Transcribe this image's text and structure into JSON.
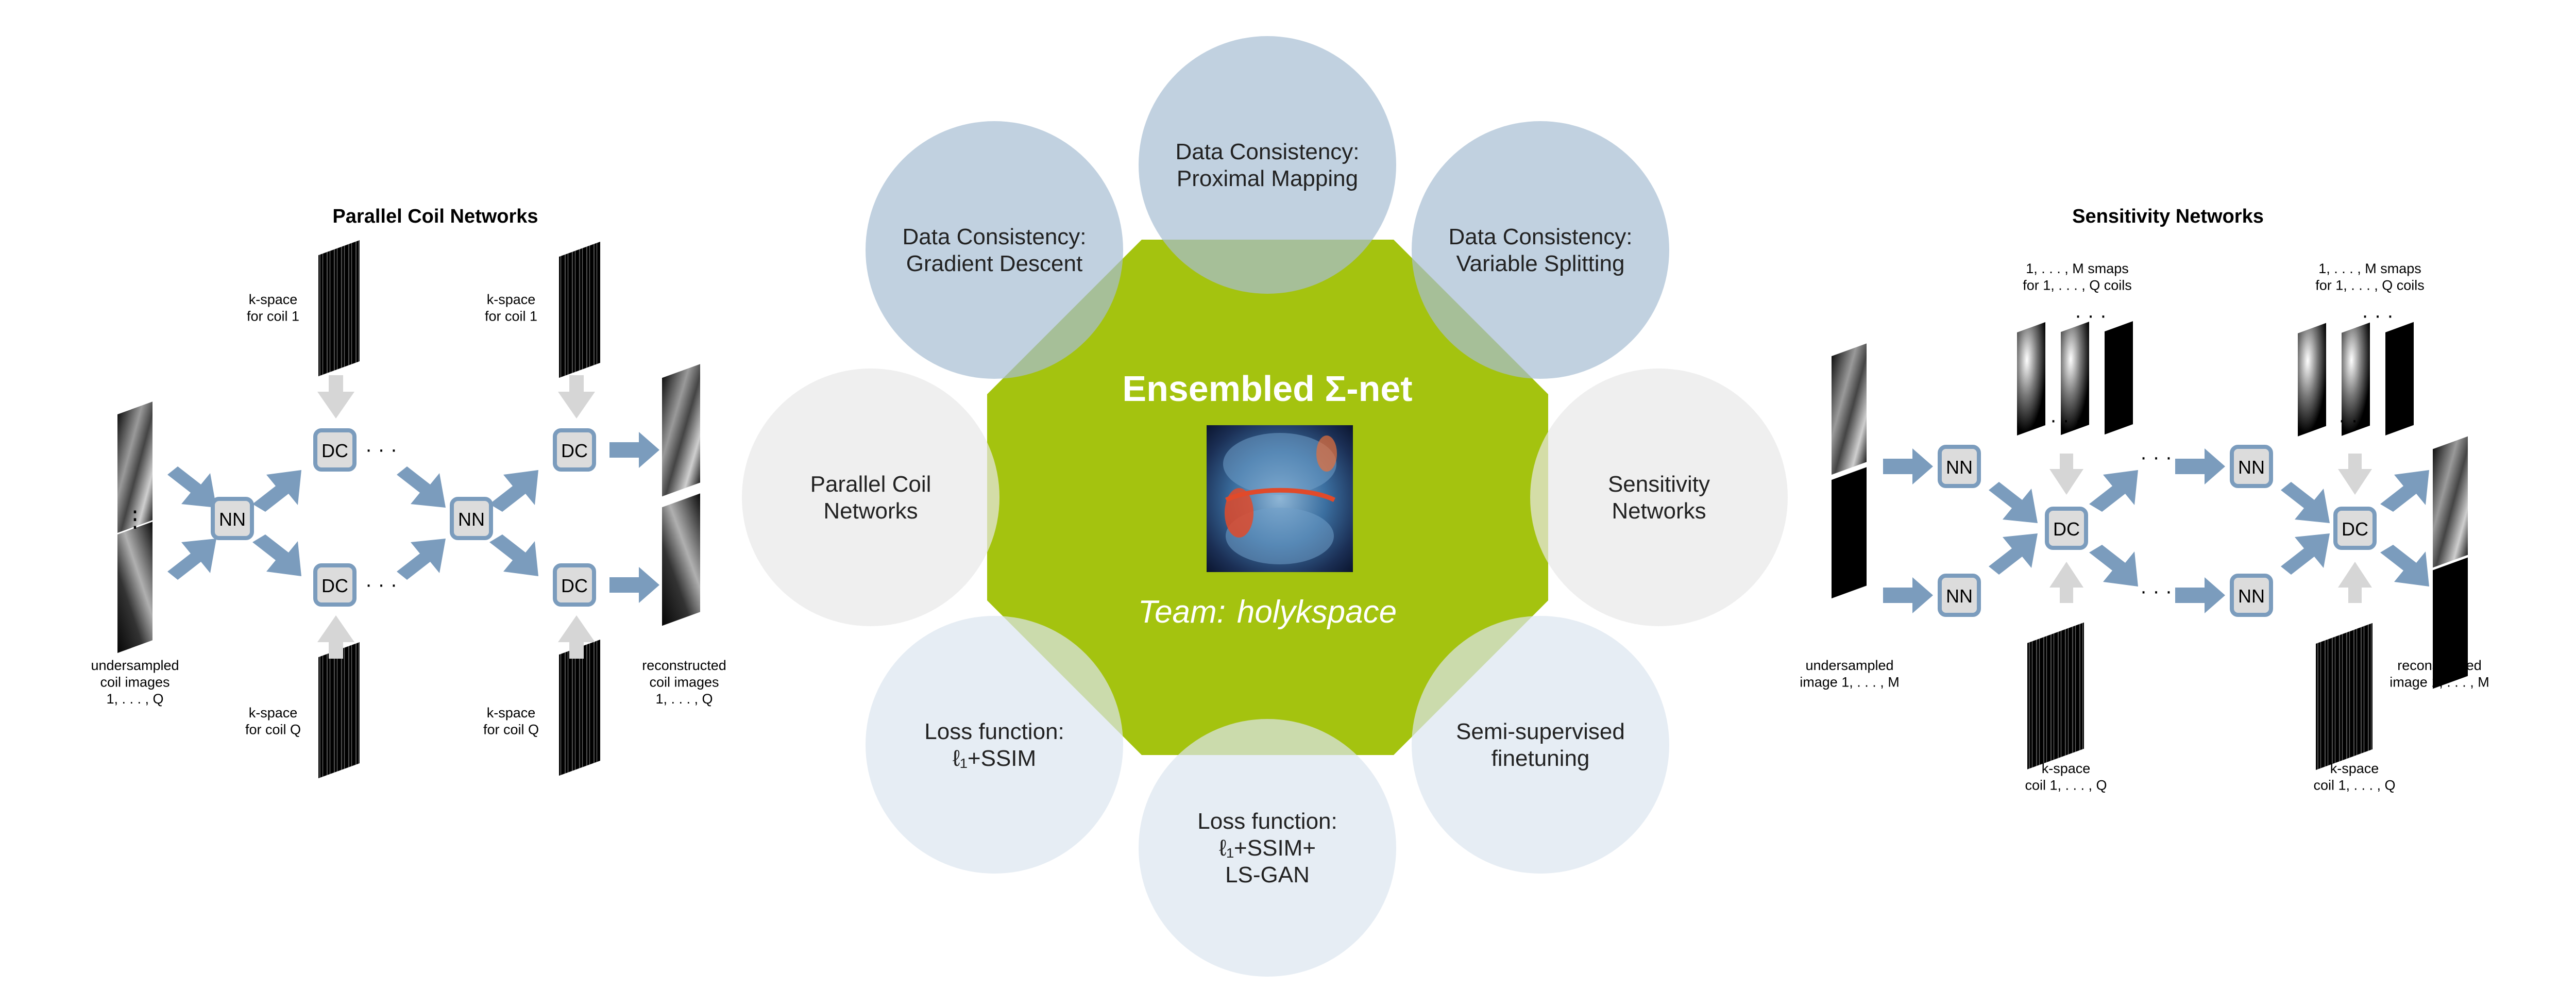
{
  "left_panel": {
    "title": "Parallel Coil Networks",
    "nn_label": "NN",
    "dc_label": "DC",
    "ellipsis": "· · ·",
    "vertical_ellipsis": "⋮",
    "kspace_top_1": [
      "k-space",
      "for coil 1"
    ],
    "kspace_top_2": [
      "k-space",
      "for coil 1"
    ],
    "kspace_bottom_1": [
      "k-space",
      "for coil Q"
    ],
    "kspace_bottom_2": [
      "k-space",
      "for coil Q"
    ],
    "input_caption": [
      "undersampled",
      "coil images",
      "1, . . . , Q"
    ],
    "output_caption": [
      "reconstructed",
      "coil images",
      "1, . . . , Q"
    ]
  },
  "center_panel": {
    "title": "Ensembled Σ-net",
    "team_label": "Team:",
    "team_name": "holykspace",
    "circles": [
      {
        "lines": [
          "Data Consistency:",
          "Proximal Mapping"
        ],
        "tone": "dark"
      },
      {
        "lines": [
          "Data Consistency:",
          "Variable Splitting"
        ],
        "tone": "dark"
      },
      {
        "lines": [
          "Sensitivity",
          "Networks"
        ],
        "tone": "gray"
      },
      {
        "lines": [
          "Semi-supervised",
          "finetuning"
        ],
        "tone": "light"
      },
      {
        "lines": [
          "Loss function:",
          "ℓ₁+SSIM+",
          "LS-GAN"
        ],
        "tone": "light"
      },
      {
        "lines": [
          "Loss function:",
          "ℓ₁+SSIM"
        ],
        "tone": "light"
      },
      {
        "lines": [
          "Parallel Coil",
          "Networks"
        ],
        "tone": "gray"
      },
      {
        "lines": [
          "Data Consistency:",
          "Gradient Descent"
        ],
        "tone": "dark"
      }
    ],
    "colors": {
      "green": "#a4c30f",
      "dark_circle": "#a7bdd3",
      "light_circle": "#dbe5ef",
      "gray_circle": "#e8e8e8"
    }
  },
  "right_panel": {
    "title": "Sensitivity Networks",
    "nn_label": "NN",
    "dc_label": "DC",
    "ellipsis": "· · ·",
    "vertical_ellipsis": "⋮",
    "smaps_caption_1": [
      "1, . . . , M  smaps",
      "for 1, . . . , Q  coils"
    ],
    "smaps_caption_2": [
      "1, . . . , M  smaps",
      "for 1, . . . , Q  coils"
    ],
    "kspace_caption_1": [
      "k-space",
      "coil 1, . . . , Q"
    ],
    "kspace_caption_2": [
      "k-space",
      "coil 1, . . . , Q"
    ],
    "input_caption": [
      "undersampled",
      "image 1, . . . , M"
    ],
    "output_caption": [
      "reconstructed",
      "image 1, . . . , M"
    ]
  },
  "colors": {
    "arrow_blue": "#7b9cbd",
    "arrow_gray": "#d6d6d6",
    "box_fill": "#dcdcdc",
    "box_stroke": "#7b9cbd"
  }
}
